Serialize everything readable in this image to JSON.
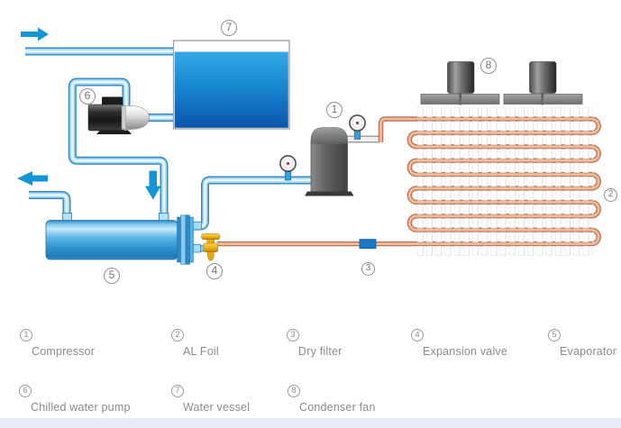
{
  "diagram": {
    "markers": [
      "1",
      "2",
      "3",
      "4",
      "5",
      "6",
      "7",
      "8"
    ]
  },
  "legend": {
    "items": [
      {
        "num": "1",
        "label": "Compressor"
      },
      {
        "num": "2",
        "label": "AL Foil"
      },
      {
        "num": "3",
        "label": "Dry filter"
      },
      {
        "num": "4",
        "label": "Expansion valve"
      },
      {
        "num": "5",
        "label": "Evaporator"
      },
      {
        "num": "6",
        "label": "Chilled water pump"
      },
      {
        "num": "7",
        "label": "Water vessel"
      },
      {
        "num": "8",
        "label": "Condenser fan"
      }
    ]
  },
  "colors": {
    "pipe_water_blue": "#2e86c0",
    "pipe_water_core": "#a6d7f1",
    "arrow_blue": "#1495d6",
    "copper_tube": "#bd7154",
    "copper_core": "#edbd9c",
    "valve_gold": "#edb51e",
    "dry_filter_blue": "#1779c9",
    "tank_water_top": "#35aae6",
    "tank_water_bottom": "#0a55ac",
    "footer_band": "#e9edf7"
  }
}
